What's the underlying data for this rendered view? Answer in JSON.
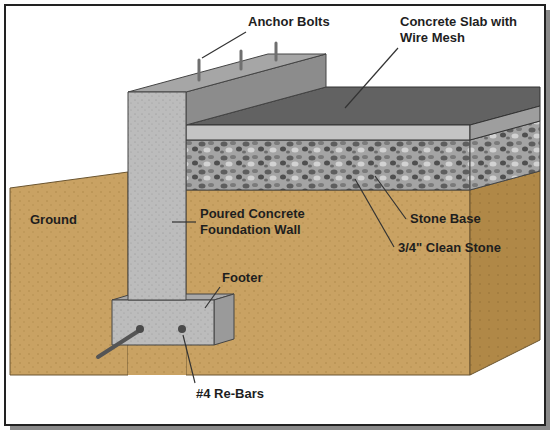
{
  "diagram": {
    "labels": [
      "Anchor Bolts",
      "Concrete Slab with Wire Mesh",
      "Ground",
      "Poured Concrete Foundation Wall",
      "Footer",
      "Stone Base",
      "3/4\" Clean Stone",
      "#4 Re-Bars"
    ]
  }
}
